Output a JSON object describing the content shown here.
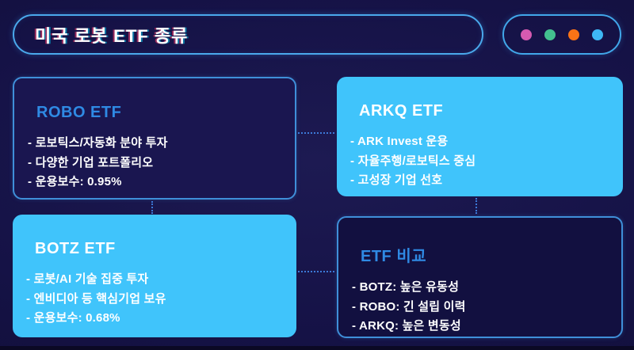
{
  "header": {
    "title": "미국 로봇 ETF 종류",
    "window_dots": [
      "#d65ab1",
      "#43c08f",
      "#f97316",
      "#3eb8f5"
    ]
  },
  "cards": [
    {
      "title": "ROBO ETF",
      "items": [
        "- 로보틱스/자동화 분야 투자",
        "- 다양한 기업 포트폴리오",
        "- 운용보수: 0.95%"
      ]
    },
    {
      "title": "ARKQ ETF",
      "items": [
        "- ARK Invest 운용",
        "- 자율주행/로보틱스 중심",
        "- 고성장 기업 선호"
      ]
    },
    {
      "title": "BOTZ ETF",
      "items": [
        "- 로봇/AI 기술 집중 투자",
        "- 엔비디아 등 핵심기업 보유",
        "- 운용보수: 0.68%"
      ]
    },
    {
      "title": "ETF 비교",
      "items": [
        "- BOTZ: 높은 유동성",
        "- ROBO: 긴 설립 이력",
        "- ARKQ: 높은 변동성"
      ]
    }
  ],
  "colors": {
    "background": "#151246",
    "card_fill_cyan": "#40c4fb",
    "card_fill_dark": "#1a1650",
    "card_border_blue": "#3f8fd9",
    "title_box_border": "#4aa9ec",
    "card_title_blue": "#2f8ae4",
    "connector_blue": "#3c79d8",
    "text_white": "#ffffff"
  }
}
